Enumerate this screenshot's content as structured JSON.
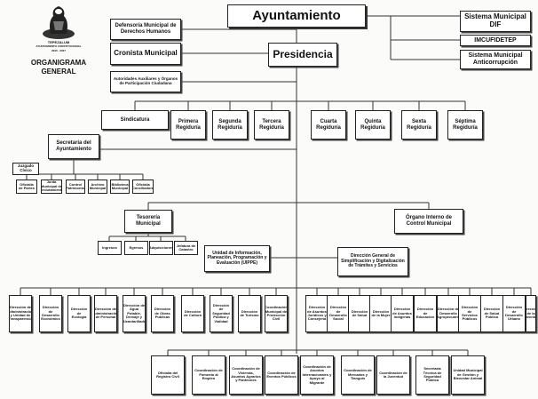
{
  "logo": {
    "brand": "TEPEZALUM",
    "tagline": "AYUNTAMIENTO CONSTITUCIONAL",
    "term": "2020 - 2027",
    "title_line1": "ORGANIGRAMA",
    "title_line2": "GENERAL"
  },
  "top": {
    "ayuntamiento": "Ayuntamiento",
    "presidencia": "Presidencia",
    "defensoria": "Defensoría Municipal de Derechos Humanos",
    "cronista": "Cronista Municipal",
    "autoridades": "Autoridades Auxiliares y Órganos de Participación Ciudadana",
    "dif": "Sistema Municipal DIF",
    "imcufidetep": "IMCUFIDETEP",
    "anticorrupcion": "Sistema Municipal Anticorrupción"
  },
  "cabildo": [
    "Sindicatura",
    "Primera Regiduría",
    "Segunda Regiduría",
    "Tercera Regiduría",
    "Cuarta Regiduría",
    "Quinta Regiduría",
    "Sexta Regiduría",
    "Séptima Regiduría"
  ],
  "secretaria": {
    "title": "Secretaría del Ayuntamiento",
    "juzgado": "Juzgado Cívico",
    "subunits": [
      "Oficialía de Partes",
      "Junta Municipal de Reclutamiento",
      "Control Patrimonial",
      "Archivo Municipal",
      "Biblioteca Municipal",
      "Oficialía Conciliadora"
    ]
  },
  "tesoreria": {
    "title": "Tesorería Municipal",
    "subunits": [
      "Ingresos",
      "Egresos",
      "Adquisiciones",
      "Jefatura de Catastro"
    ]
  },
  "organo_interno": "Órgano Interno de Control Municipal",
  "uippe": "Unidad de Información, Planeación, Programación y Evaluación (UIPPE)",
  "gobierno_digital": "Dirección General de Simplificación y Digitalización de Trámites y Servicios",
  "direcciones": [
    "Dirección de Administración y Unidad de Transparencia",
    "Dirección de Desarrollo Económico",
    "Dirección de Ecología",
    "Dirección de Administración de Personal",
    "Dirección de Agua Potable, Drenaje y Alcantarillado",
    "Dirección de Obras Públicas",
    "Dirección de Cultura",
    "Dirección de Seguridad Pública y Vialidad",
    "Dirección de Turismo",
    "Coordinación Municipal de Protección Civil",
    "Dirección de Asuntos Jurídicos y Consejería",
    "Dirección de Desarrollo Social",
    "Dirección de Salud",
    "Dirección de la Mujer",
    "Dirección de Asuntos Indígenas",
    "Dirección de Educación",
    "Dirección de Desarrollo Agropecuario",
    "Dirección de Servicios Públicos",
    "Dirección de Salud Pública",
    "Dirección de Desarrollo Urbano",
    "Dirección de la Juventud"
  ],
  "bottom": [
    "Oficialía del Registro Civil",
    "Coordinación de Fomento al Empleo",
    "Coordinación de Vivienda, Asuntos Agrarios y Panteones",
    "Coordinación de Eventos Públicos",
    "Coordinación de Asuntos Internacionales y Apoyo al Migrante",
    "Coordinación de Mercados y Tianguis",
    "Coordinación de la Juventud",
    "Secretaría Técnica de Seguridad Pública",
    "Unidad Municipal de Gestión y Bienestar Animal"
  ]
}
